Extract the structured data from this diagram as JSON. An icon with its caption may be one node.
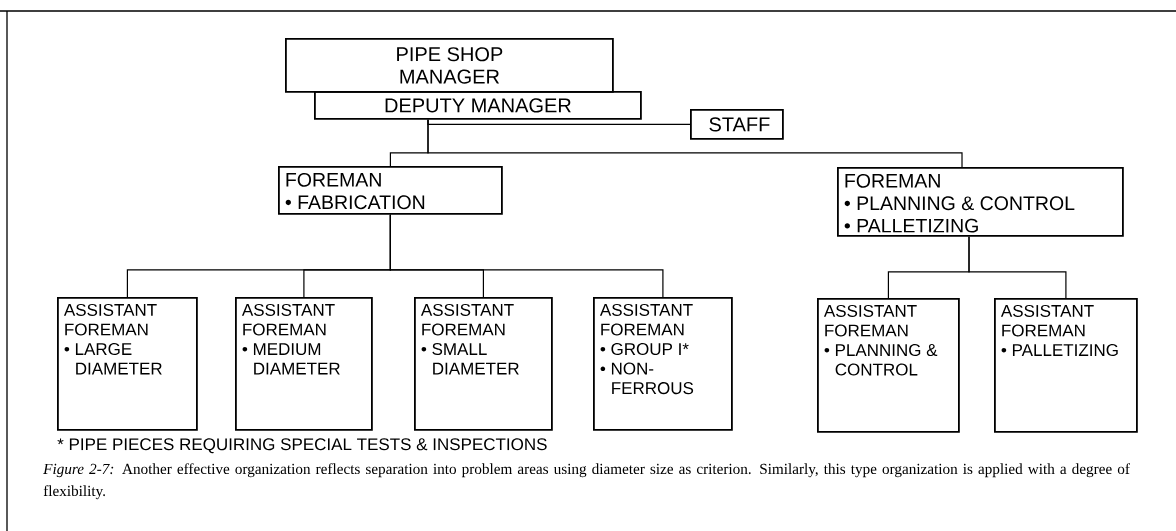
{
  "diagram": {
    "caption": "*Figure 2-7:* Another effective organization reflects separation into problem areas using diameter size as criterion. Similarly, this type organization is applied with a degree of flexibility.",
    "nodes": [
      {
        "text": [
          "PIPE SHOP MANAGER"
        ]
      },
      {
        "text": [
          "DEPUTY MANAGER"
        ]
      },
      {
        "text": [
          "STAFF"
        ]
      },
      {
        "text": [
          "FOREMAN",
          "• FABRICATION"
        ]
      },
      {
        "text": [
          "FOREMAN",
          "• PLANNING & CONTROL",
          "• PALLETIZING"
        ]
      },
      {
        "text": [
          "ASSISTANT FOREMAN",
          "• LARGE DIAMETER"
        ]
      },
      {
        "text": [
          "ASSISTANT FOREMAN",
          "• MEDIUM DIAMETER"
        ]
      },
      {
        "text": [
          "ASSISTANT FOREMAN",
          "• SMALL DIAMETER"
        ]
      },
      {
        "text": [
          "ASSISTANT FOREMAN",
          "• GROUP I*",
          "• NON-FERROUS"
        ]
      },
      {
        "text": [
          "ASSISTANT FOREMAN",
          "• PLANNING & CONTROL"
        ]
      },
      {
        "text": [
          "ASSISTANT FOREMAN",
          "• PALLETIZING"
        ]
      }
    ],
    "edges": [
      {
        "from": 1,
        "to": 2,
        "arrow": "none"
      },
      {
        "from": 1,
        "to": 3,
        "arrow": "none"
      },
      {
        "from": 1,
        "to": 4,
        "arrow": "none"
      },
      {
        "from": 3,
        "to": 5,
        "arrow": "none"
      },
      {
        "from": 3,
        "to": 6,
        "arrow": "none"
      },
      {
        "from": 3,
        "to": 7,
        "arrow": "none"
      },
      {
        "from": 3,
        "to": 8,
        "arrow": "none"
      },
      {
        "from": 4,
        "to": 9,
        "arrow": "none"
      },
      {
        "from": 4,
        "to": 10,
        "arrow": "none"
      }
    ],
    "labels": [
      "* PIPE PIECES REQUIRING SPECIAL TESTS & INSPECTIONS"
    ]
  }
}
